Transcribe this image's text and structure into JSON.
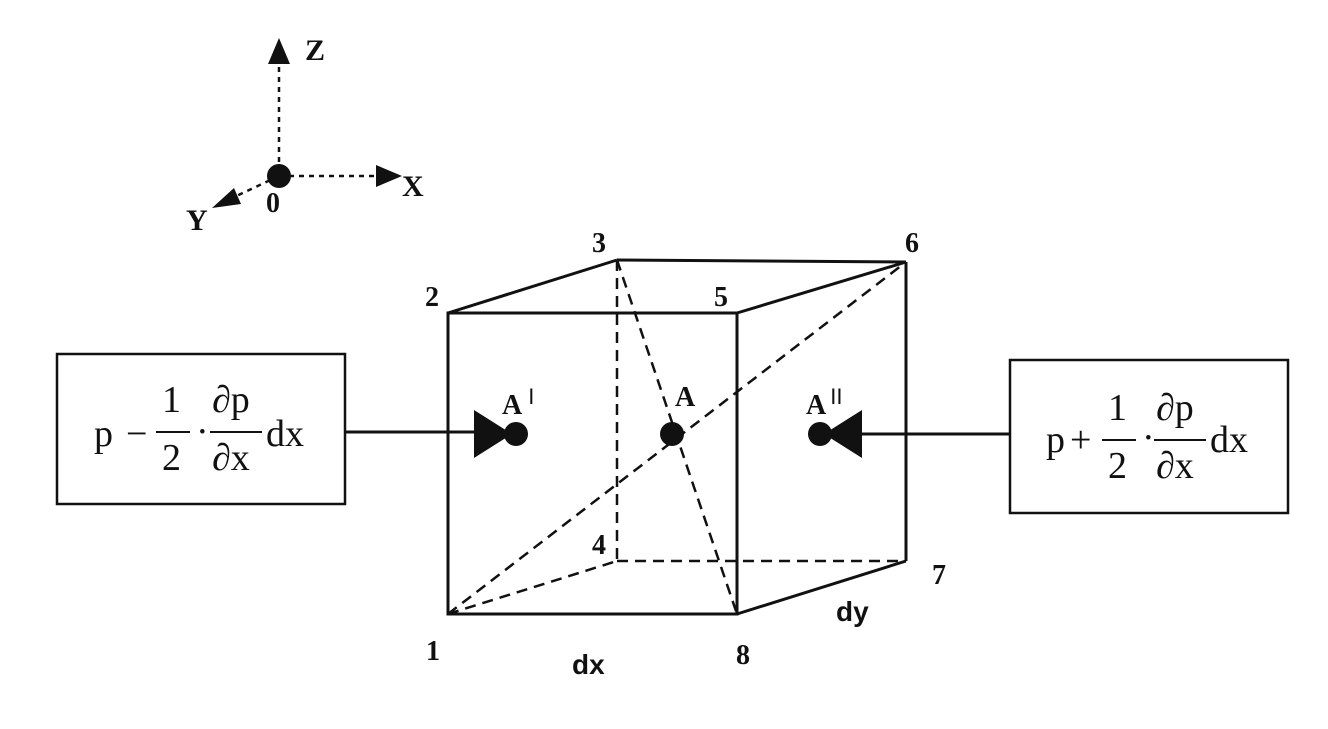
{
  "axes": {
    "z": "Z",
    "x": "X",
    "y": "Y",
    "origin": "0"
  },
  "vertices": {
    "v1": "1",
    "v2": "2",
    "v3": "3",
    "v4": "4",
    "v5": "5",
    "v6": "6",
    "v7": "7",
    "v8": "8"
  },
  "dimensions": {
    "dx": "dx",
    "dy": "dy"
  },
  "points": {
    "a": "A",
    "a_left": "A",
    "a_left_sup": "I",
    "a_right": "A",
    "a_right_sup": "II"
  },
  "left_box": {
    "p": "p",
    "op": "−",
    "num1": "1",
    "den1": "2",
    "dot": "·",
    "num2": "∂p",
    "den2": "∂x",
    "tail": "dx"
  },
  "right_box": {
    "p": "p",
    "op": "+",
    "num1": "1",
    "den1": "2",
    "dot": "·",
    "num2": "∂p",
    "den2": "∂x",
    "tail": "dx"
  }
}
